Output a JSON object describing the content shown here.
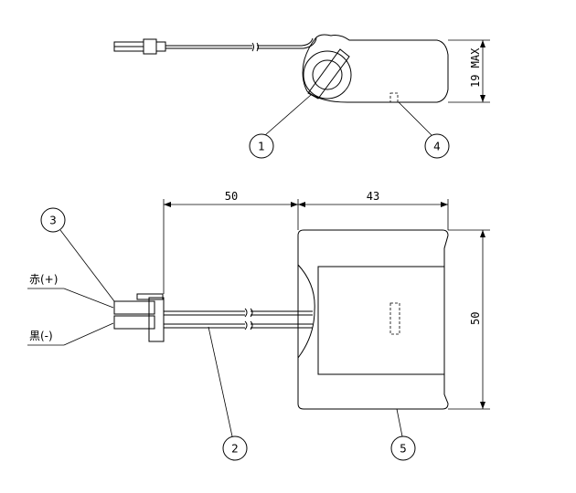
{
  "dimensions": {
    "top_height": "19 MAX",
    "wire_length": "50",
    "body_width": "43",
    "body_height": "50"
  },
  "callouts": [
    "1",
    "2",
    "3",
    "4",
    "5"
  ],
  "wire_labels": {
    "positive": "赤(+)",
    "negative": "黒(-)"
  }
}
